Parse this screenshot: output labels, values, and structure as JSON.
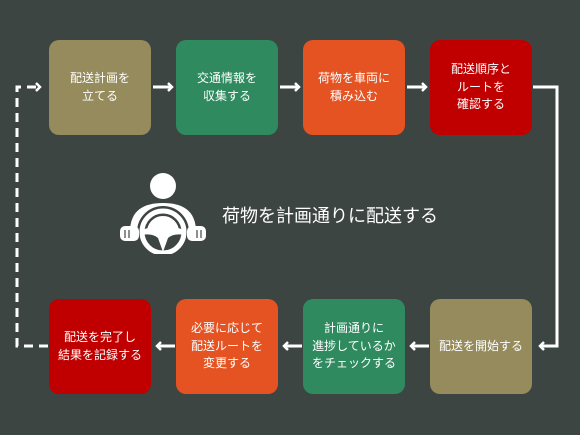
{
  "steps": [
    {
      "label": "配送計画を\n立てる",
      "color": "#958b5c"
    },
    {
      "label": "交通情報を\n収集する",
      "color": "#2f8a5f"
    },
    {
      "label": "荷物を車両に\n積み込む",
      "color": "#e45321"
    },
    {
      "label": "配送順序と\nルートを\n確認する",
      "color": "#c00000"
    },
    {
      "label": "配送を開始する",
      "color": "#958b5c"
    },
    {
      "label": "計画通りに\n進捗しているか\nをチェックする",
      "color": "#2f8a5f"
    },
    {
      "label": "必要に応じて\n配送ルートを\n変更する",
      "color": "#e45321"
    },
    {
      "label": "配送を完了し\n結果を記録する",
      "color": "#c00000"
    }
  ],
  "center": {
    "label": "荷物を計画通りに配送する",
    "icon": "steering-wheel-driver-icon"
  },
  "colors": {
    "background": "#3d4543",
    "connector": "#ffffff"
  }
}
